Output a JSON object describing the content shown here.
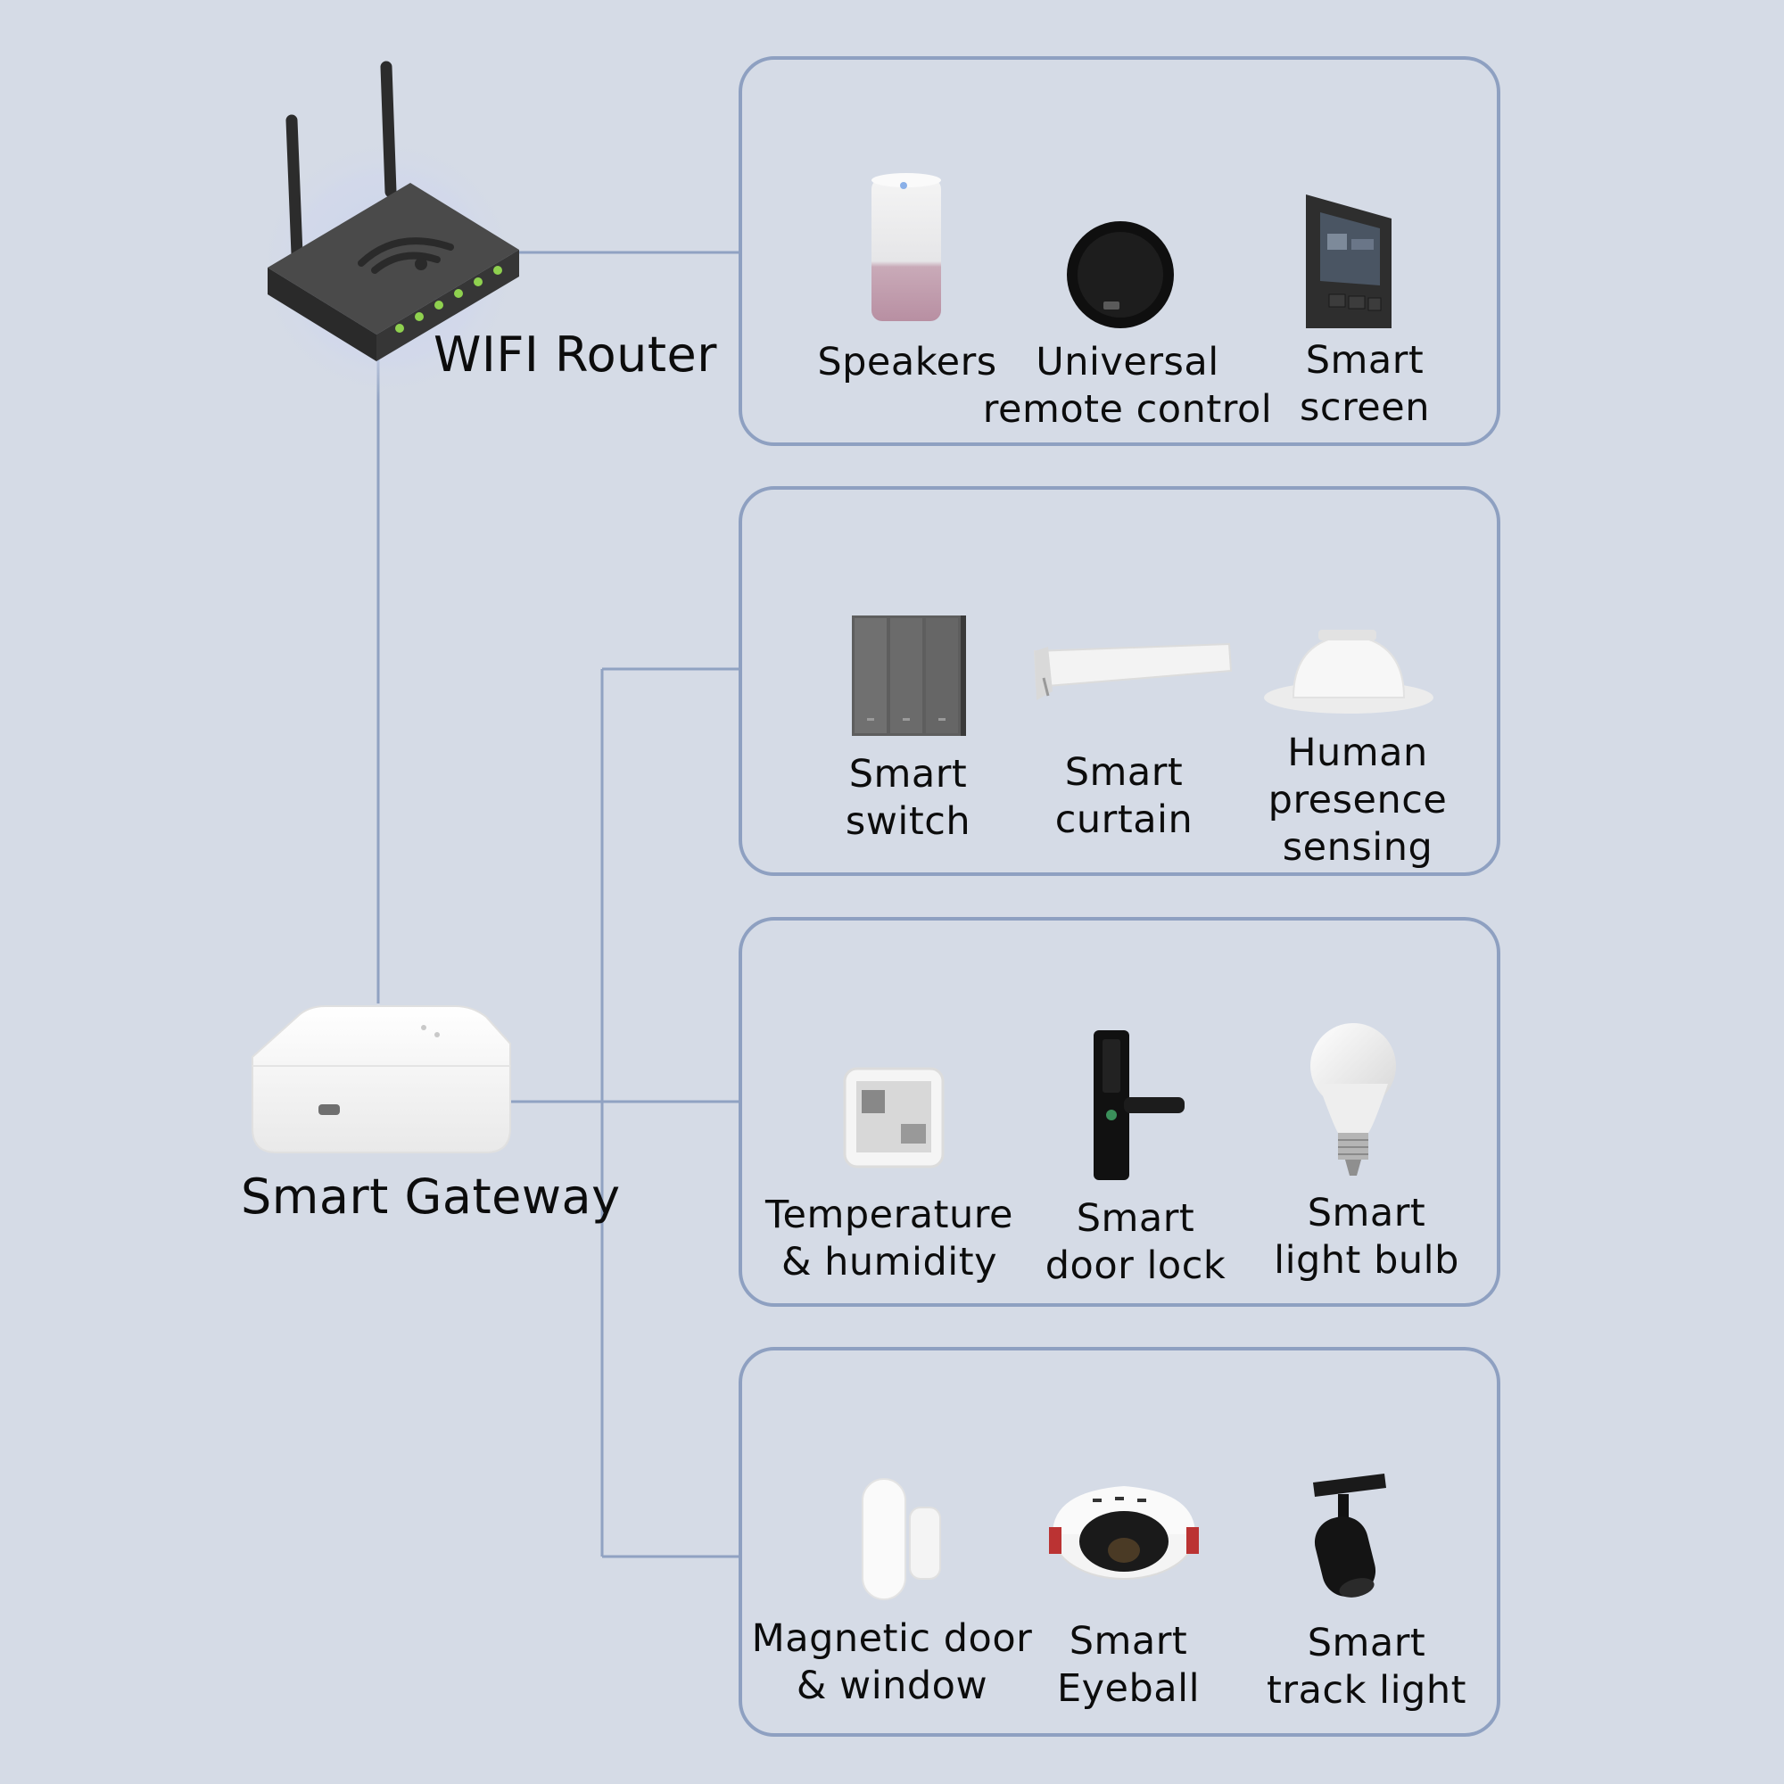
{
  "hub": {
    "router_label": "WIFI Router",
    "gateway_label": "Smart Gateway"
  },
  "groups": [
    {
      "connection": "WIFI Router",
      "devices": [
        {
          "lines": [
            "Speakers"
          ],
          "icon": "speaker-icon"
        },
        {
          "lines": [
            "Universal",
            "remote control"
          ],
          "icon": "remote-control-icon"
        },
        {
          "lines": [
            "Smart",
            "screen"
          ],
          "icon": "smart-screen-icon"
        }
      ]
    },
    {
      "connection": "Smart Gateway",
      "devices": [
        {
          "lines": [
            "Smart",
            "switch"
          ],
          "icon": "wall-switch-icon"
        },
        {
          "lines": [
            "Smart",
            "curtain"
          ],
          "icon": "curtain-motor-icon"
        },
        {
          "lines": [
            "Human",
            "presence",
            "sensing"
          ],
          "icon": "presence-sensor-icon"
        }
      ]
    },
    {
      "connection": "Smart Gateway",
      "devices": [
        {
          "lines": [
            "Temperature",
            "& humidity"
          ],
          "icon": "thermo-hygrometer-icon"
        },
        {
          "lines": [
            "Smart",
            "door lock"
          ],
          "icon": "door-lock-icon"
        },
        {
          "lines": [
            "Smart",
            "light bulb"
          ],
          "icon": "light-bulb-icon"
        }
      ]
    },
    {
      "connection": "Smart Gateway",
      "devices": [
        {
          "lines": [
            "Magnetic door",
            "& window"
          ],
          "icon": "door-window-sensor-icon"
        },
        {
          "lines": [
            "Smart",
            "Eyeball"
          ],
          "icon": "eyeball-downlight-icon"
        },
        {
          "lines": [
            "Smart",
            "track light"
          ],
          "icon": "track-light-icon"
        }
      ]
    }
  ]
}
